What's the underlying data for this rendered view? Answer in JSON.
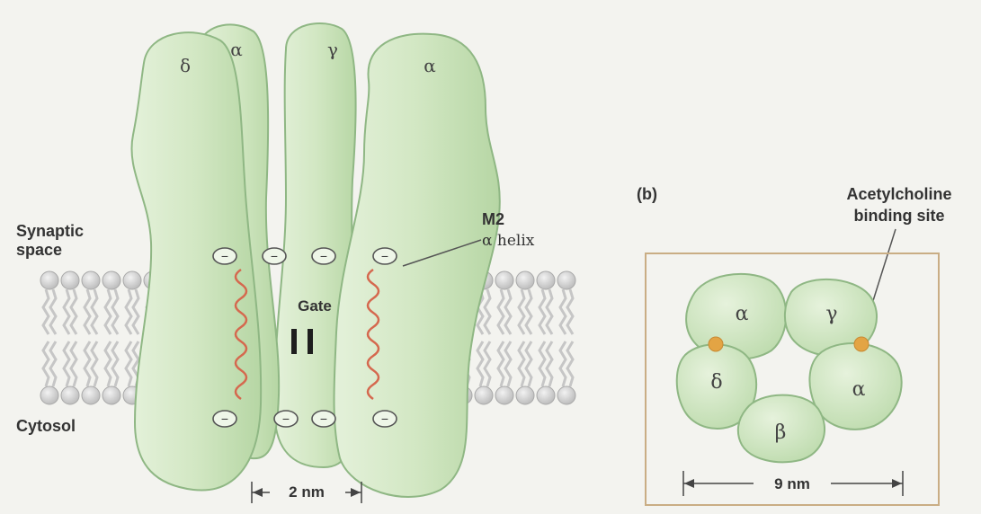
{
  "panel_a": {
    "subunits": [
      "δ",
      "α",
      "γ",
      "α"
    ],
    "labels": {
      "synaptic_line1": "Synaptic",
      "synaptic_line2": "space",
      "cytosol": "Cytosol",
      "m2_line1": "M2",
      "m2_line2": "α helix",
      "gate": "Gate",
      "width": "2 nm"
    },
    "charge_symbol": "−"
  },
  "panel_b": {
    "panel_label": "(b)",
    "binding_line1": "Acetylcholine",
    "binding_line2": "binding site",
    "subunits": [
      "α",
      "γ",
      "δ",
      "α",
      "β"
    ],
    "width": "9 nm"
  },
  "colors": {
    "subunit_fill": "#cfe5c0",
    "subunit_stroke": "#8fb784",
    "helix": "#d5684e",
    "binding_site": "#e3a444",
    "box_border": "#c9ad84",
    "lipid": "#c6c6c6"
  }
}
